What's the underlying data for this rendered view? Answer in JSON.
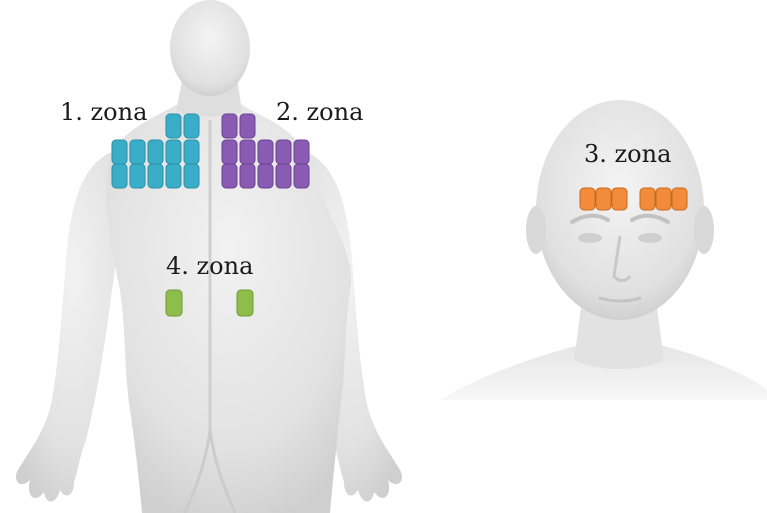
{
  "zones": [
    {
      "id": 1,
      "label": "1. zona",
      "color": "#3aaec9",
      "stroke": "#2a8ea6"
    },
    {
      "id": 2,
      "label": "2. zona",
      "color": "#8a5bb2",
      "stroke": "#6b4190"
    },
    {
      "id": 3,
      "label": "3. zona",
      "color": "#f28c3a",
      "stroke": "#c96a1c"
    },
    {
      "id": 4,
      "label": "4. zona",
      "color": "#8dbd4a",
      "stroke": "#6e9a33"
    }
  ],
  "body_color": "#e4e4e4"
}
